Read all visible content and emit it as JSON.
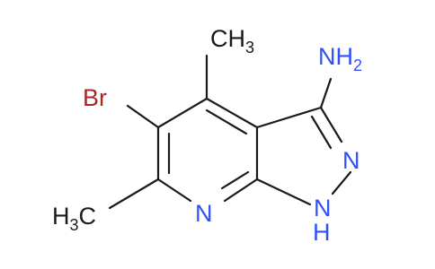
{
  "molecule": {
    "atoms": {
      "methyl_top": {
        "main": "CH",
        "sub": "3"
      },
      "amine": {
        "main": "NH",
        "sub": "2"
      },
      "bromo": {
        "main": "Br"
      },
      "pyrazole_n2": {
        "main": "N"
      },
      "methyl_bottom": {
        "pre": "H",
        "sub": "3",
        "post": "C"
      },
      "pyridine_n": {
        "main": "N"
      },
      "pyrazole_n1": {
        "main": "N"
      },
      "pyrazole_nh": {
        "main": "H"
      }
    }
  },
  "colors": {
    "bond": "#1a1a1a",
    "carbon": "#1a1a1a",
    "nitrogen": "#3050f8",
    "bromine": "#a62929"
  }
}
